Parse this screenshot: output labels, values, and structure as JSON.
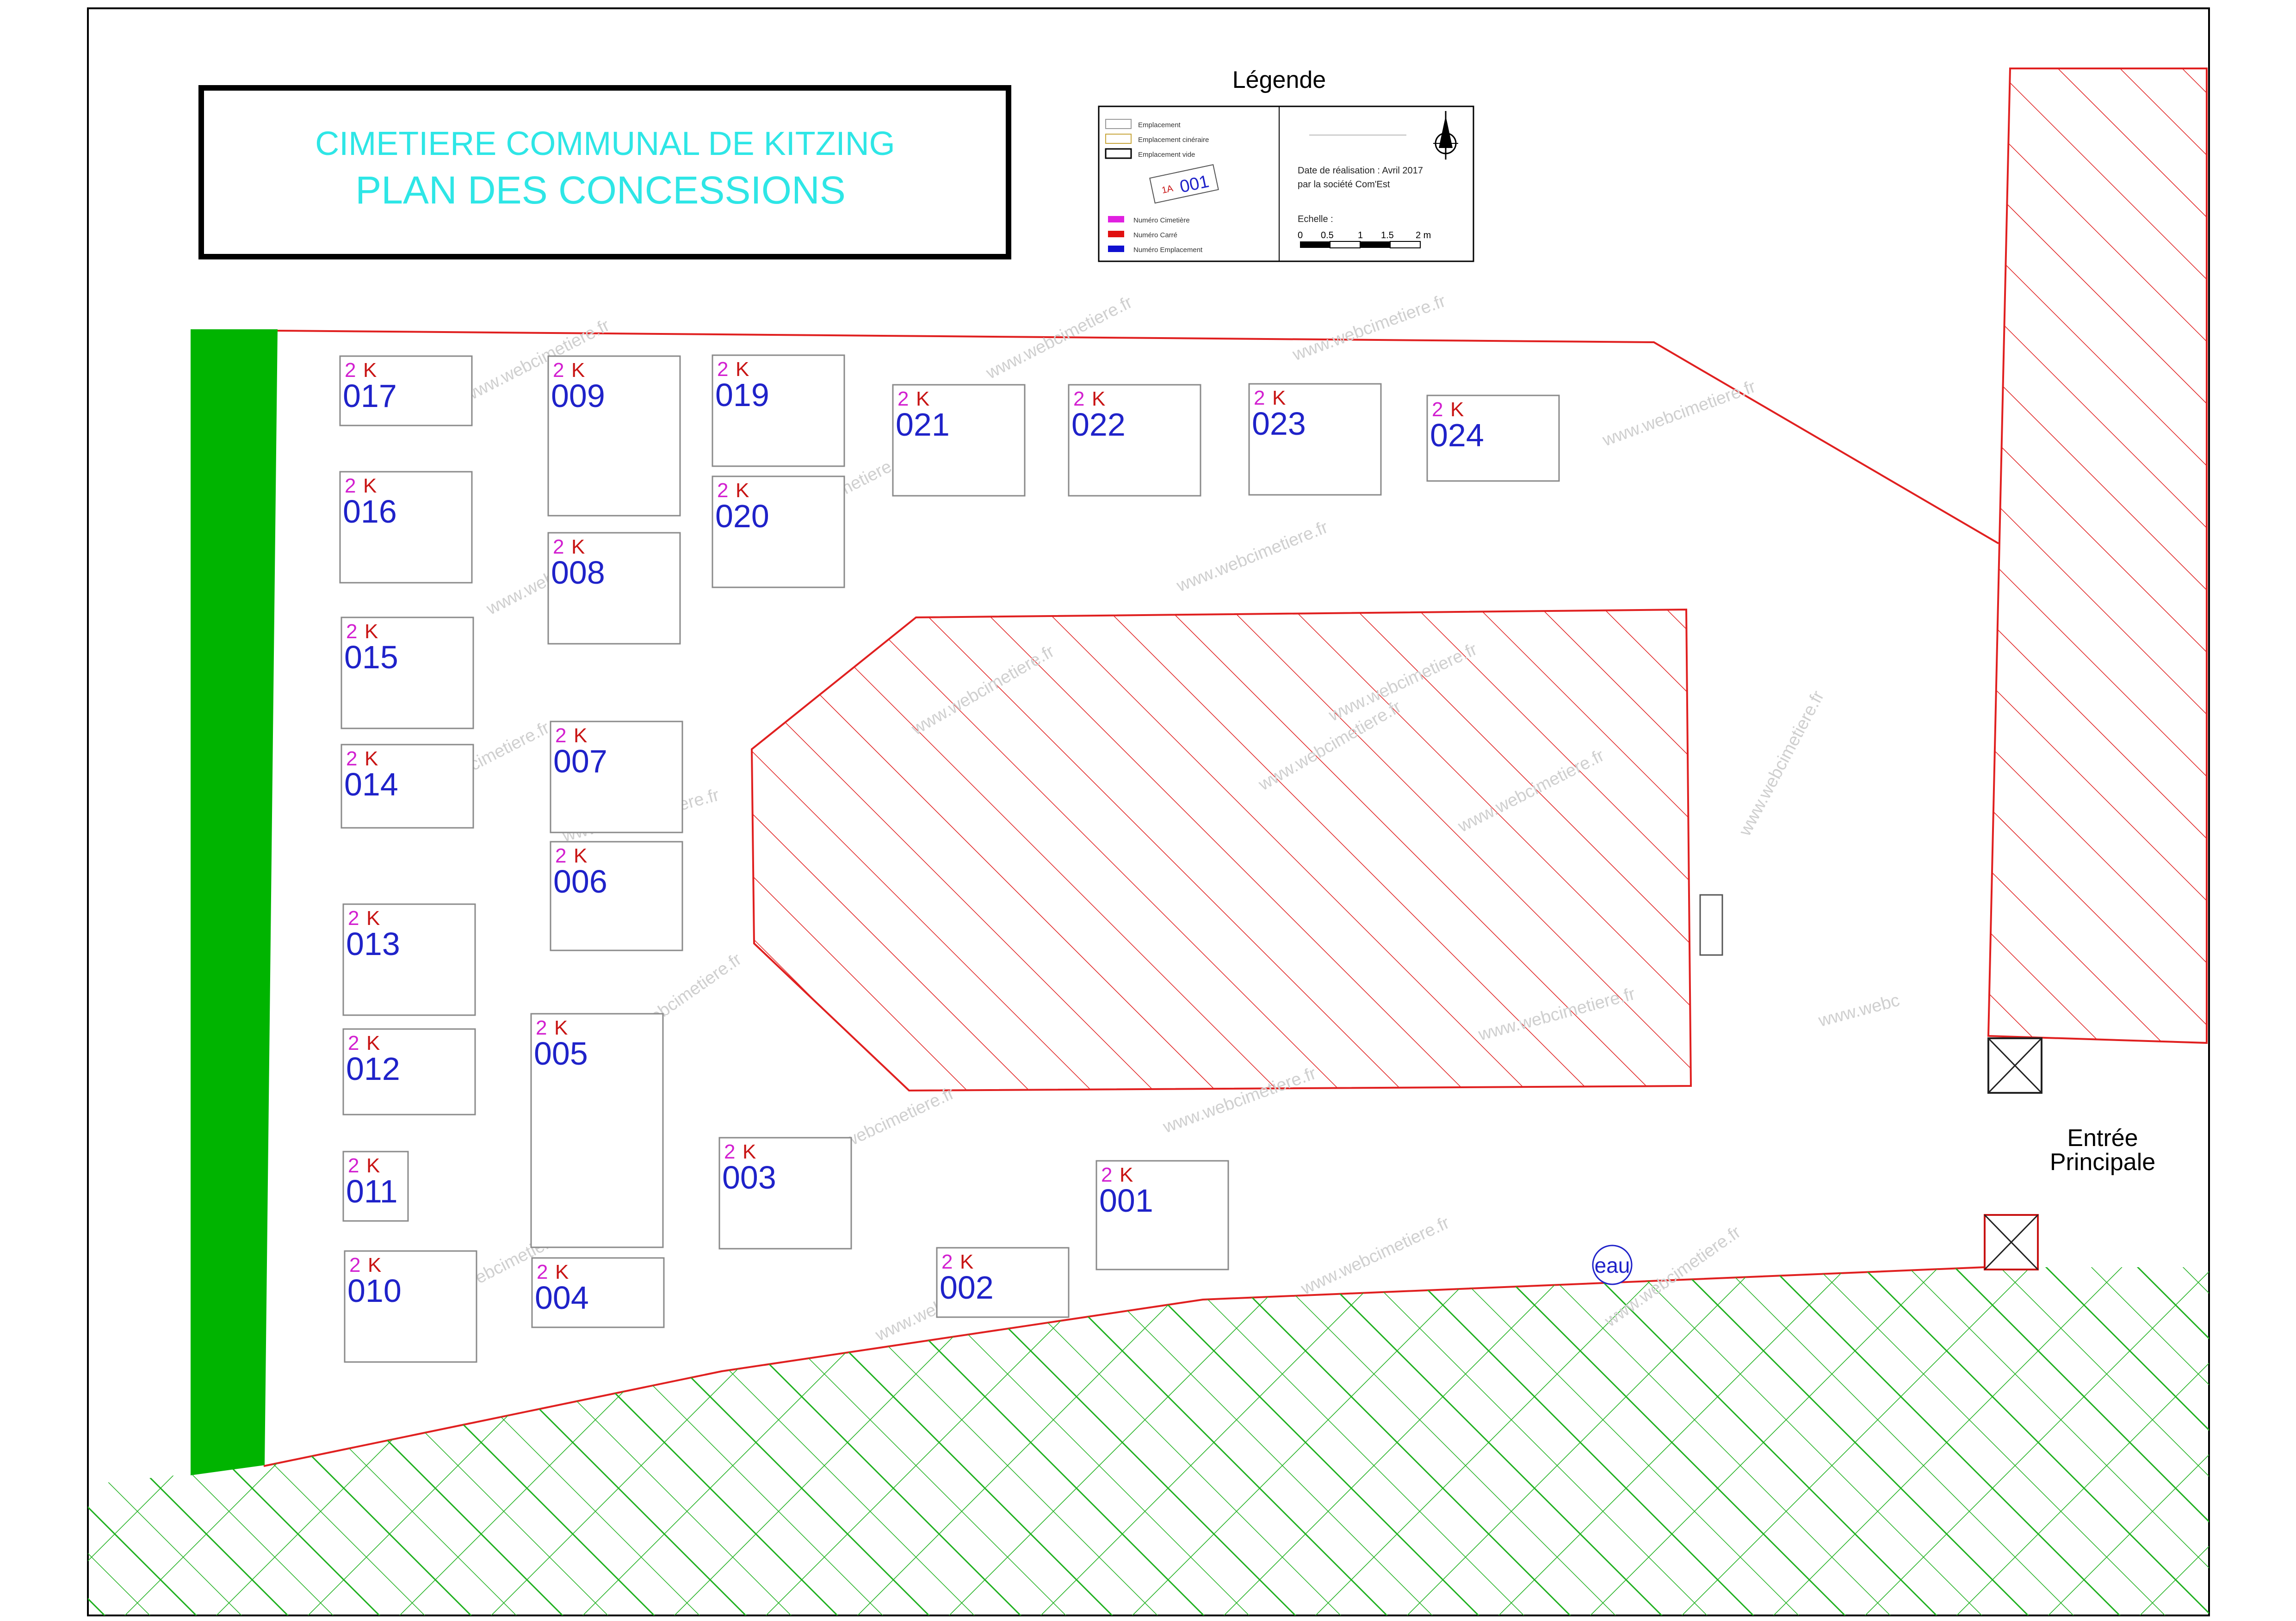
{
  "title": {
    "line1": "CIMETIERE COMMUNAL DE KITZING",
    "line2": "PLAN DES CONCESSIONS"
  },
  "legend": {
    "heading": "Légende",
    "items": [
      {
        "label": "Emplacement",
        "color": "#9a9a9a"
      },
      {
        "label": "Emplacement cinéraire",
        "color": "#c8a63c"
      },
      {
        "label": "Emplacement vide",
        "color": "#000000"
      }
    ],
    "sample": {
      "square": "1A",
      "number": "001"
    },
    "codes": [
      {
        "label": "Numéro Cimetière",
        "color": "#e020e0"
      },
      {
        "label": "Numéro Carré",
        "color": "#e01010"
      },
      {
        "label": "Numéro Emplacement",
        "color": "#1010d0"
      }
    ],
    "date_line1": "Date de réalisation : Avril 2017",
    "date_line2": "par la société Com'Est",
    "scale_label": "Echelle :",
    "scale_ticks": [
      "0",
      "0.5",
      "1",
      "1.5",
      "2 m"
    ]
  },
  "lot_prefix": {
    "cemetery": "2",
    "square": "K"
  },
  "lots": [
    {
      "number": "017"
    },
    {
      "number": "009"
    },
    {
      "number": "019"
    },
    {
      "number": "021"
    },
    {
      "number": "022"
    },
    {
      "number": "023"
    },
    {
      "number": "024"
    },
    {
      "number": "016"
    },
    {
      "number": "020"
    },
    {
      "number": "008"
    },
    {
      "number": "015"
    },
    {
      "number": "007"
    },
    {
      "number": "014"
    },
    {
      "number": "006"
    },
    {
      "number": "013"
    },
    {
      "number": "012"
    },
    {
      "number": "005"
    },
    {
      "number": "003"
    },
    {
      "number": "001"
    },
    {
      "number": "011"
    },
    {
      "number": "002"
    },
    {
      "number": "010"
    },
    {
      "number": "004"
    }
  ],
  "labels": {
    "water": "eau",
    "entrance_line1": "Entrée",
    "entrance_line2": "Principale"
  },
  "watermark": "www.webcimetiere.fr",
  "watermark_partial": "www.webc",
  "colors": {
    "title": "#2ee6e6",
    "hatch_red": "#e02020",
    "hatch_green": "#1fb01f",
    "green_strip": "#00b400"
  }
}
